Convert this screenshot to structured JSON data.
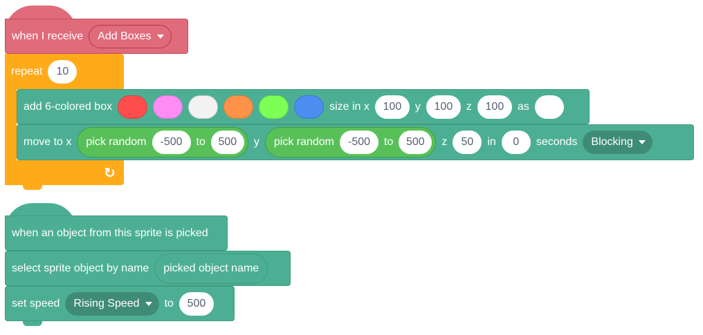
{
  "script1": {
    "receive": {
      "label": "when I receive",
      "message": "Add Boxes"
    },
    "repeat": {
      "label": "repeat",
      "count": "10"
    },
    "add_box": {
      "label": "add 6-colored box",
      "colors": [
        "#ff4d4d",
        "#ff8cf5",
        "#f2f2f2",
        "#ff9248",
        "#7dff56",
        "#4c8df0"
      ],
      "size_label": "size in x",
      "size_x": "100",
      "y_label": "y",
      "size_y": "100",
      "z_label": "z",
      "size_z": "100",
      "as_label": "as",
      "as_value": ""
    },
    "move_to": {
      "label": "move to x",
      "x_random": {
        "label": "pick random",
        "from": "-500",
        "to_label": "to",
        "to": "500"
      },
      "y_label": "y",
      "y_random": {
        "label": "pick random",
        "from": "-500",
        "to_label": "to",
        "to": "500"
      },
      "z_label": "z",
      "z": "50",
      "in_label": "in",
      "seconds_value": "0",
      "seconds_label": "seconds",
      "mode": "Blocking"
    },
    "loop_arrow": "↻"
  },
  "script2": {
    "hat": {
      "label": "when an object from this sprite is picked"
    },
    "select": {
      "label": "select sprite object by name",
      "reporter": "picked object name"
    },
    "set_speed": {
      "label": "set speed",
      "variable": "Rising Speed",
      "to_label": "to",
      "value": "500"
    }
  },
  "colors": {
    "event": "#e06b7b",
    "event_border": "#c2505f",
    "control": "#ffab19",
    "control_border": "#e69a12",
    "ext": "#4caf93",
    "ext_border": "#3f9a80",
    "operator": "#59c059",
    "operator_border": "#3f9e3f",
    "dropdown_dark": "#3f8c76"
  }
}
